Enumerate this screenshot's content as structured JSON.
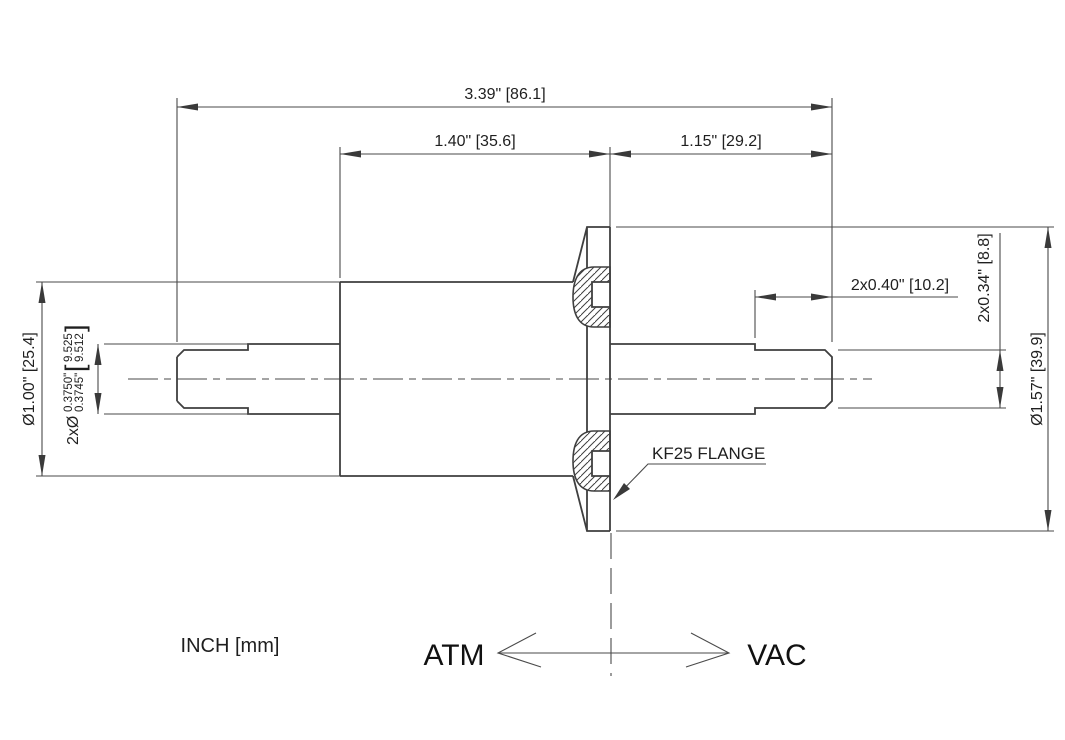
{
  "dimensions": {
    "overall_length": "3.39\" [86.1]",
    "body_length": "1.40\" [35.6]",
    "vac_side_length": "1.15\" [29.2]",
    "flat_length": "2x0.40\" [10.2]",
    "flat_width": "2x0.34\" [8.8]",
    "flange_diameter": "Ø1.57\" [39.9]",
    "body_diameter": "Ø1.00\" [25.4]",
    "shaft_diameter": {
      "prefix": "2xØ",
      "inch_upper": "0.3750\"",
      "inch_lower": "0.3745\"",
      "bracket_open": "[",
      "mm_upper": "9.525",
      "mm_lower": "9.512",
      "bracket_close": "]"
    }
  },
  "labels": {
    "flange_note": "KF25  FLANGE",
    "units_note": "INCH [mm]",
    "atm_side": "ATM",
    "vac_side": "VAC"
  },
  "colors": {
    "background": "#ffffff",
    "line": "#3f3f3f",
    "text": "#1f1f1f"
  }
}
